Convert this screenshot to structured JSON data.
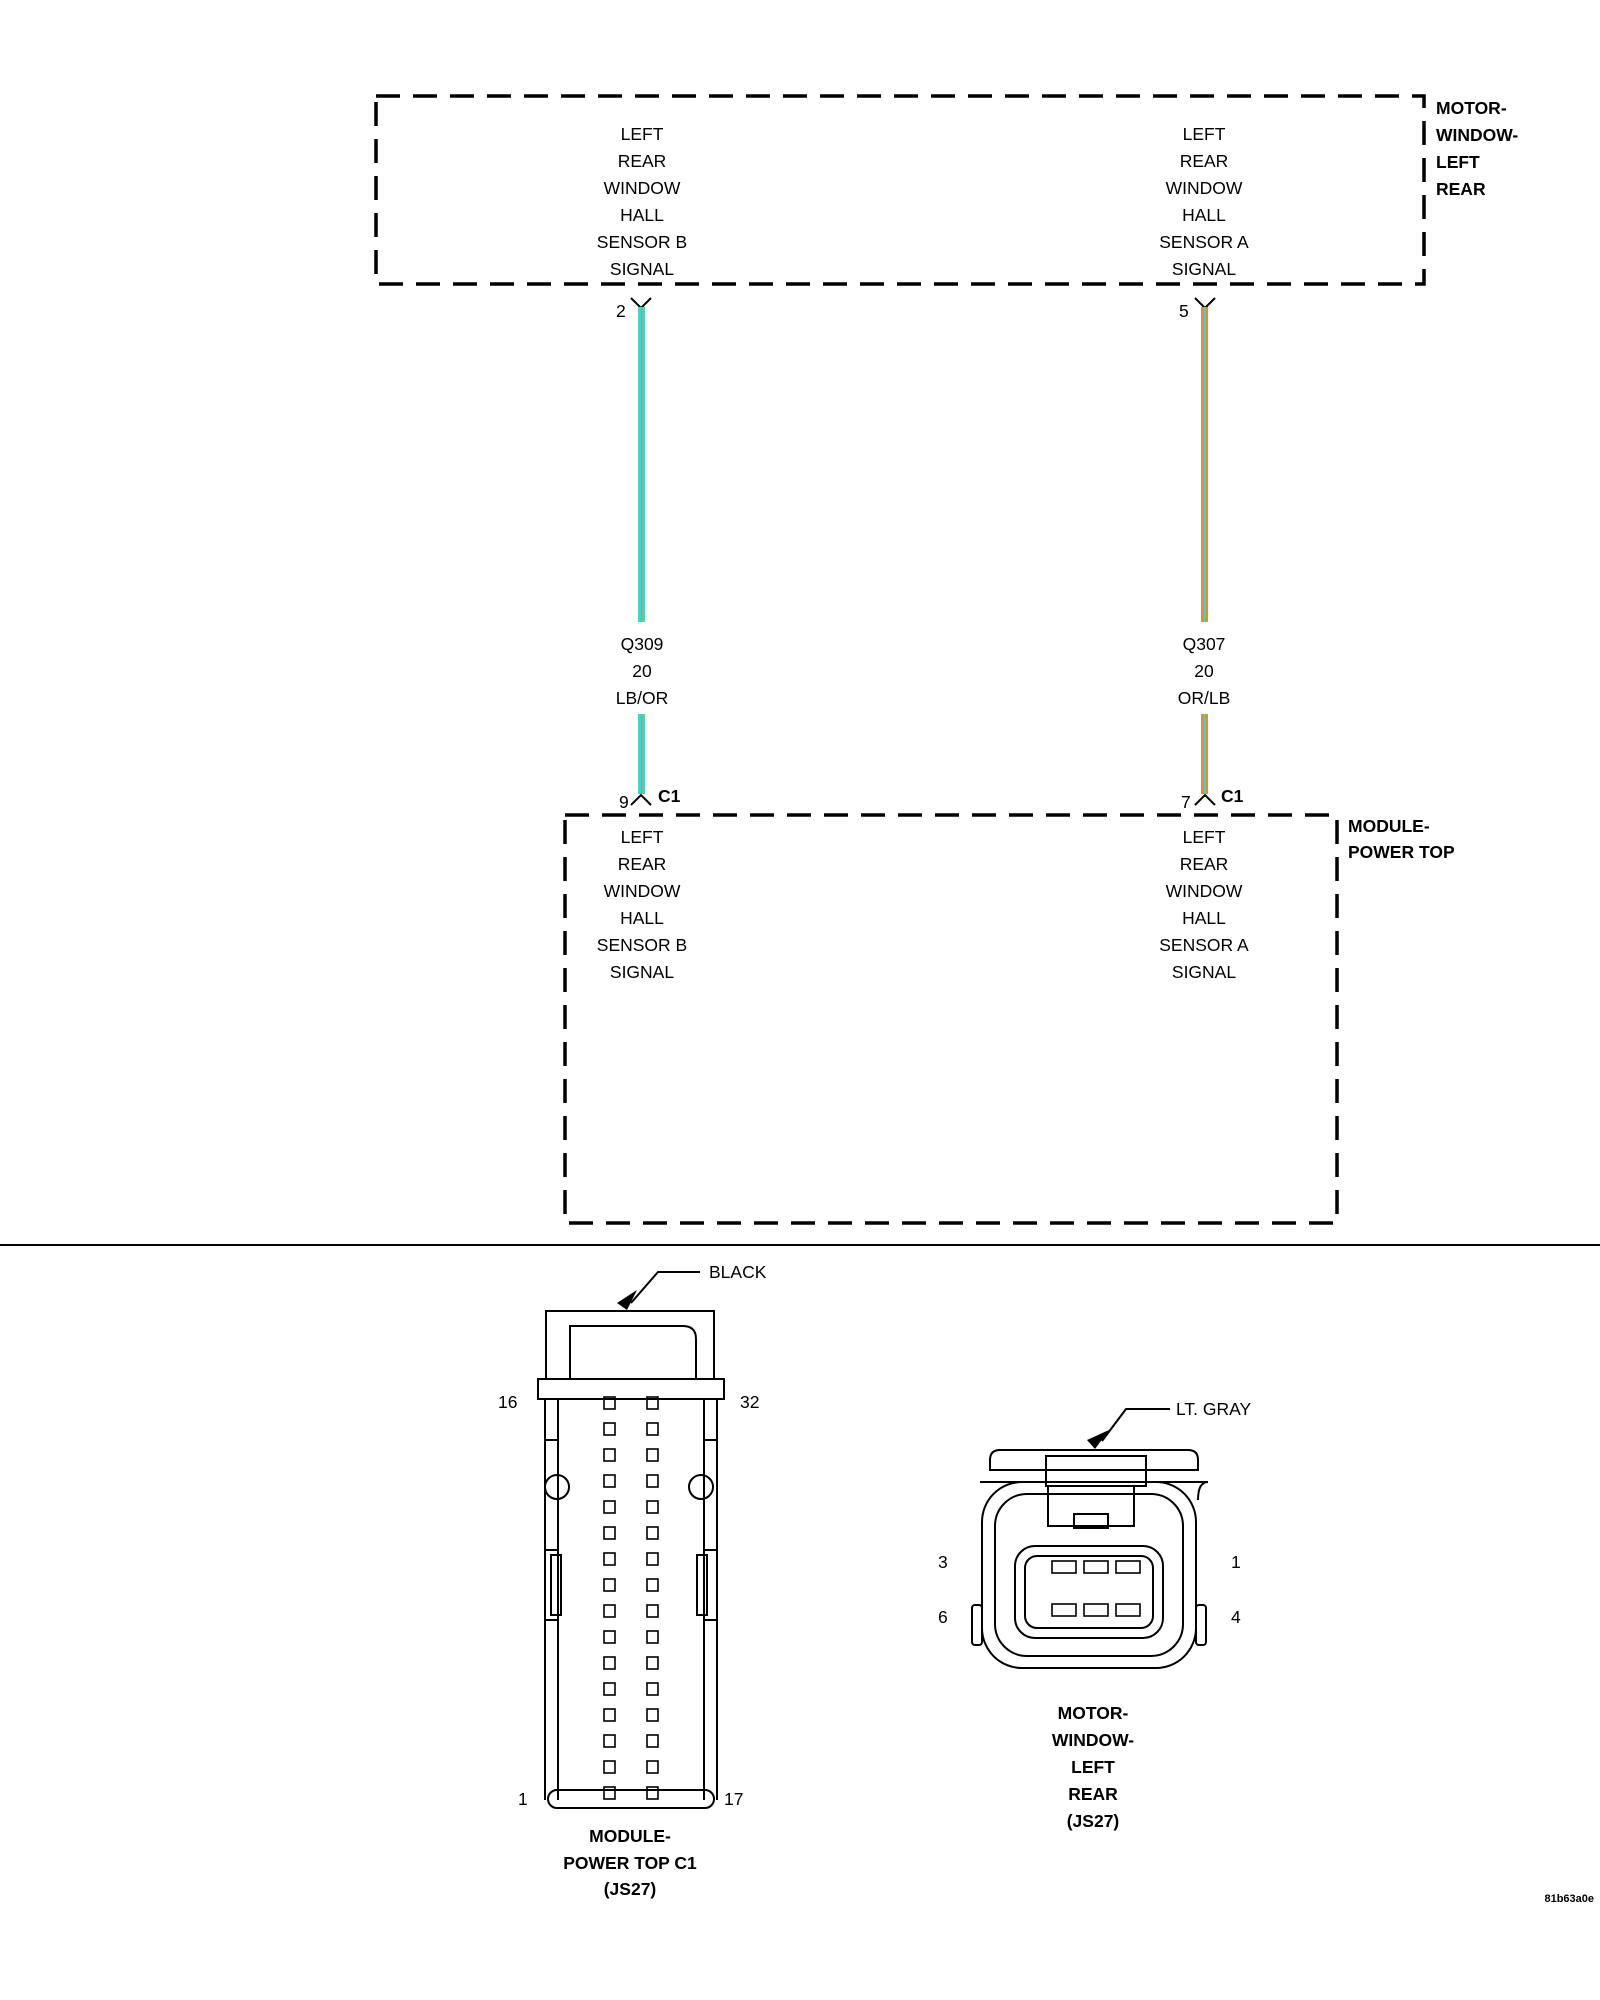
{
  "motor_component": {
    "name_lines": [
      "MOTOR-",
      "WINDOW-",
      "LEFT",
      "REAR"
    ],
    "pins": [
      {
        "number": "2",
        "function_lines": [
          "LEFT",
          "REAR",
          "WINDOW",
          "HALL",
          "SENSOR B",
          "SIGNAL"
        ]
      },
      {
        "number": "5",
        "function_lines": [
          "LEFT",
          "REAR",
          "WINDOW",
          "HALL",
          "SENSOR A",
          "SIGNAL"
        ]
      }
    ]
  },
  "module_component": {
    "name_lines": [
      "MODULE-",
      "POWER TOP"
    ],
    "connector": "C1",
    "pins": [
      {
        "number": "9",
        "function_lines": [
          "LEFT",
          "REAR",
          "WINDOW",
          "HALL",
          "SENSOR B",
          "SIGNAL"
        ]
      },
      {
        "number": "7",
        "function_lines": [
          "LEFT",
          "REAR",
          "WINDOW",
          "HALL",
          "SENSOR A",
          "SIGNAL"
        ]
      }
    ]
  },
  "wires": [
    {
      "circuit": "Q309",
      "gauge": "20",
      "color_code": "LB/OR",
      "base_color": "#3fd6d0",
      "tracer_color": "#ef8a2b"
    },
    {
      "circuit": "Q307",
      "gauge": "20",
      "color_code": "OR/LB",
      "base_color": "#ef8a2b",
      "tracer_color": "#3fd6d0"
    }
  ],
  "connector_views": {
    "module_c1": {
      "color_label": "BLACK",
      "corner_pins": {
        "top_left": "16",
        "top_right": "32",
        "bottom_left": "1",
        "bottom_right": "17"
      },
      "caption_lines": [
        "MODULE-",
        "POWER TOP C1",
        "(JS27)"
      ]
    },
    "motor": {
      "color_label": "LT. GRAY",
      "corner_pins": {
        "top_left": "3",
        "top_right": "1",
        "bottom_left": "6",
        "bottom_right": "4"
      },
      "caption_lines": [
        "MOTOR-",
        "WINDOW-",
        "LEFT",
        "REAR",
        "(JS27)"
      ]
    }
  },
  "figure_id": "81b63a0e"
}
